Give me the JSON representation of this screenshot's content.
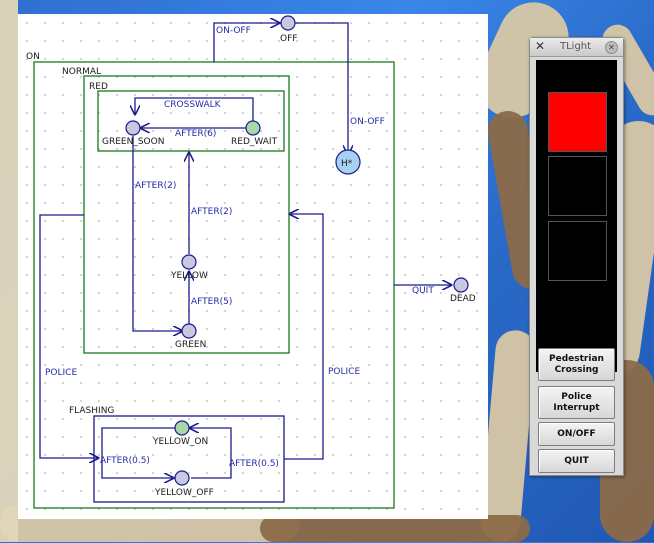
{
  "window": {
    "title": "TLight",
    "lamps": [
      {
        "color": "#ff0000",
        "state": "on"
      },
      {
        "color": "#000000",
        "state": "off"
      },
      {
        "color": "#000000",
        "state": "off"
      }
    ],
    "buttons": {
      "pedestrian": "Pedestrian Crossing",
      "police": "Police Interrupt",
      "onoff": "ON/OFF",
      "quit": "QUIT"
    }
  },
  "diagram": {
    "states": {
      "on": "ON",
      "normal": "NORMAL",
      "red": "RED",
      "off": "OFF",
      "green_soon": "GREEN_SOON",
      "red_wait": "RED_WAIT",
      "yellow": "YELLOW",
      "green": "GREEN",
      "history": "H*",
      "dead": "DEAD",
      "flashing": "FLASHING",
      "yellow_on": "YELLOW_ON",
      "yellow_off": "YELLOW_OFF"
    },
    "transitions": {
      "on_off_top": "ON-OFF",
      "on_off_side": "ON-OFF",
      "crosswalk": "CROSSWALK",
      "after_6": "AFTER(6)",
      "after_2_left": "AFTER(2)",
      "after_2_right": "AFTER(2)",
      "after_5": "AFTER(5)",
      "quit": "QUIT",
      "police_left": "POLICE",
      "police_right": "POLICE",
      "after_05_left": "AFTER(0.5)",
      "after_05_right": "AFTER(0.5)"
    }
  },
  "colors": {
    "state_border": "#1a7a1a",
    "arrow": "#1c1c8c",
    "node_fill": "#c8c8e0",
    "active_node_fill": "#a8d8a8",
    "history_fill": "#a8d0f0"
  }
}
